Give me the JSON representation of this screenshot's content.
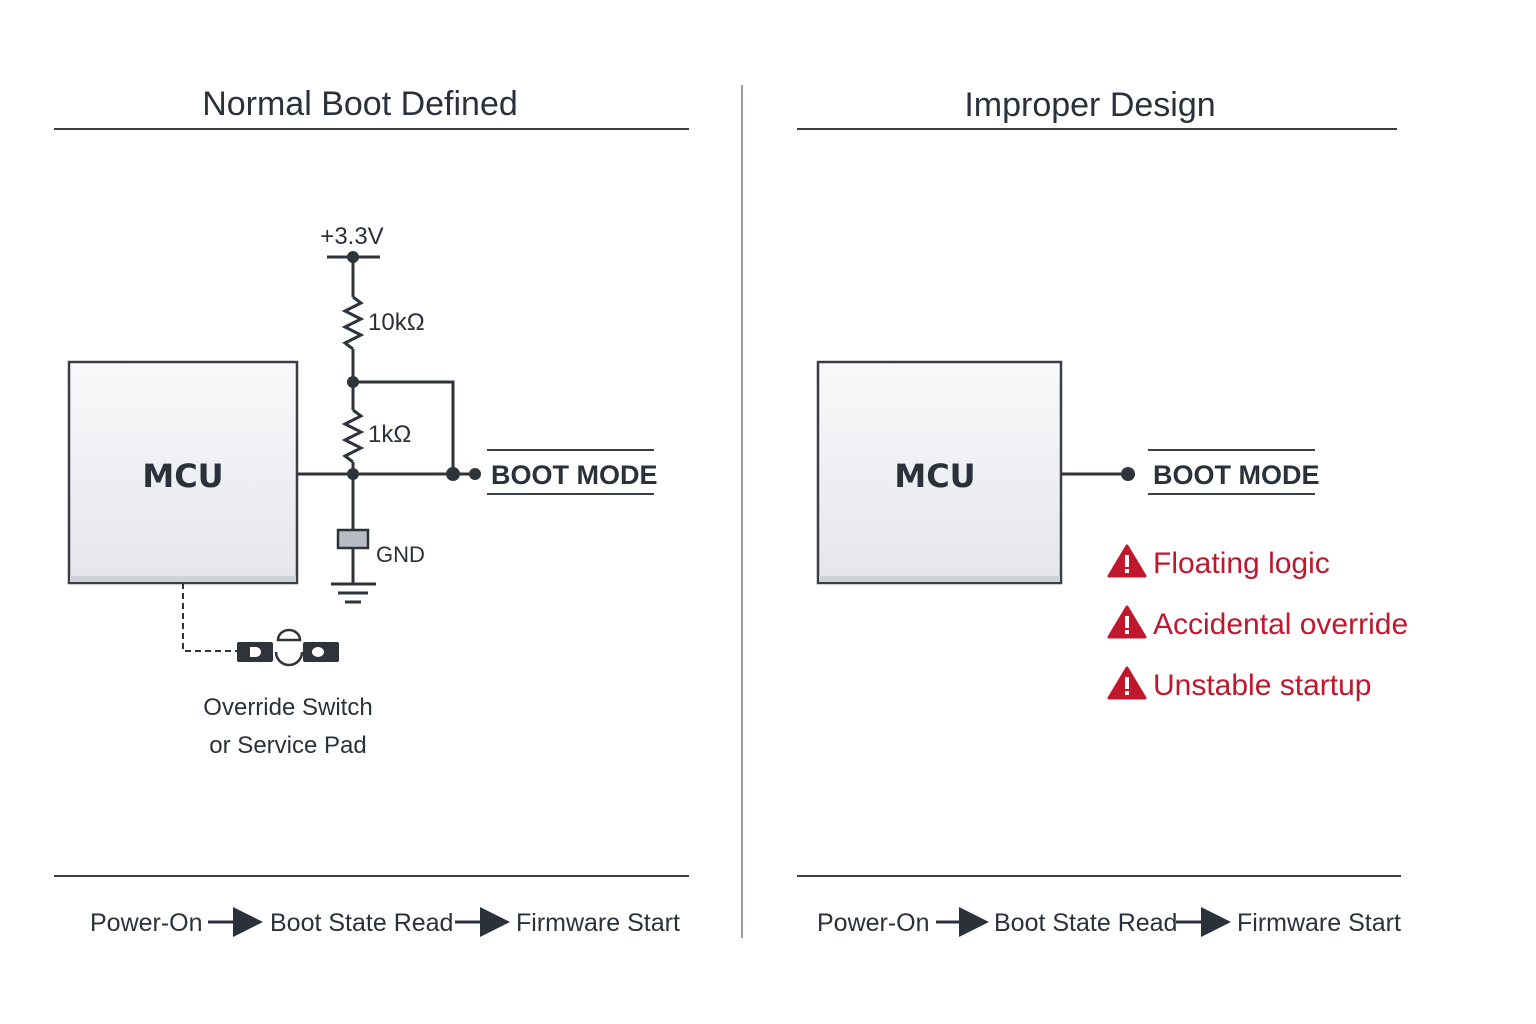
{
  "left_panel": {
    "title": "Normal Boot Defined",
    "mcu_label": "MCU",
    "supply_label": "+3.3V",
    "resistor_top_label": "10kΩ",
    "resistor_bottom_label": "1kΩ",
    "ground_label": "GND",
    "boot_mode_label": "BOOT MODE",
    "override_label_line1": "Override Switch",
    "override_label_line2": "or Service Pad",
    "flow": [
      "Power-On",
      "Boot State Read",
      "Firmware Start"
    ]
  },
  "right_panel": {
    "title": "Improper Design",
    "mcu_label": "MCU",
    "boot_mode_label": "BOOT MODE",
    "warnings": [
      "Floating logic",
      "Accidental override",
      "Unstable startup"
    ],
    "flow": [
      "Power-On",
      "Boot State Read",
      "Firmware Start"
    ]
  },
  "colors": {
    "ink": "#2b313a",
    "warning": "#c0172d",
    "box_fill_top": "#f7f8fa",
    "box_fill_bottom": "#e6e8ec"
  }
}
